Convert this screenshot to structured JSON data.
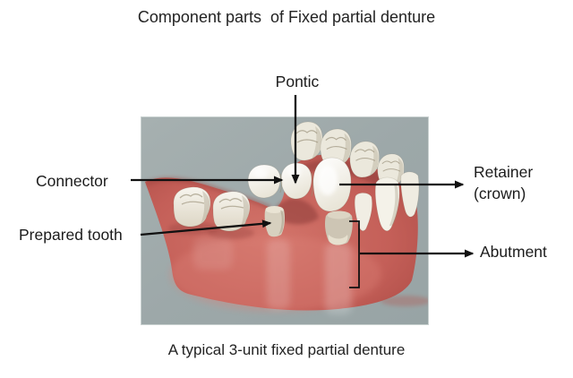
{
  "title": "Component parts  of Fixed partial denture",
  "caption": "A typical 3-unit fixed partial denture",
  "labels": {
    "pontic": "Pontic",
    "connector": "Connector",
    "retainer_line1": "Retainer",
    "retainer_line2": "(crown)",
    "prepared_tooth": "Prepared tooth",
    "abutment": "Abutment"
  },
  "colors": {
    "page_background": "#ffffff",
    "text": "#1c1c1c",
    "arrow": "#111111",
    "photo_background": "#9faaab",
    "gum_red": "#c4635b",
    "tooth_white": "#f2efe5"
  }
}
